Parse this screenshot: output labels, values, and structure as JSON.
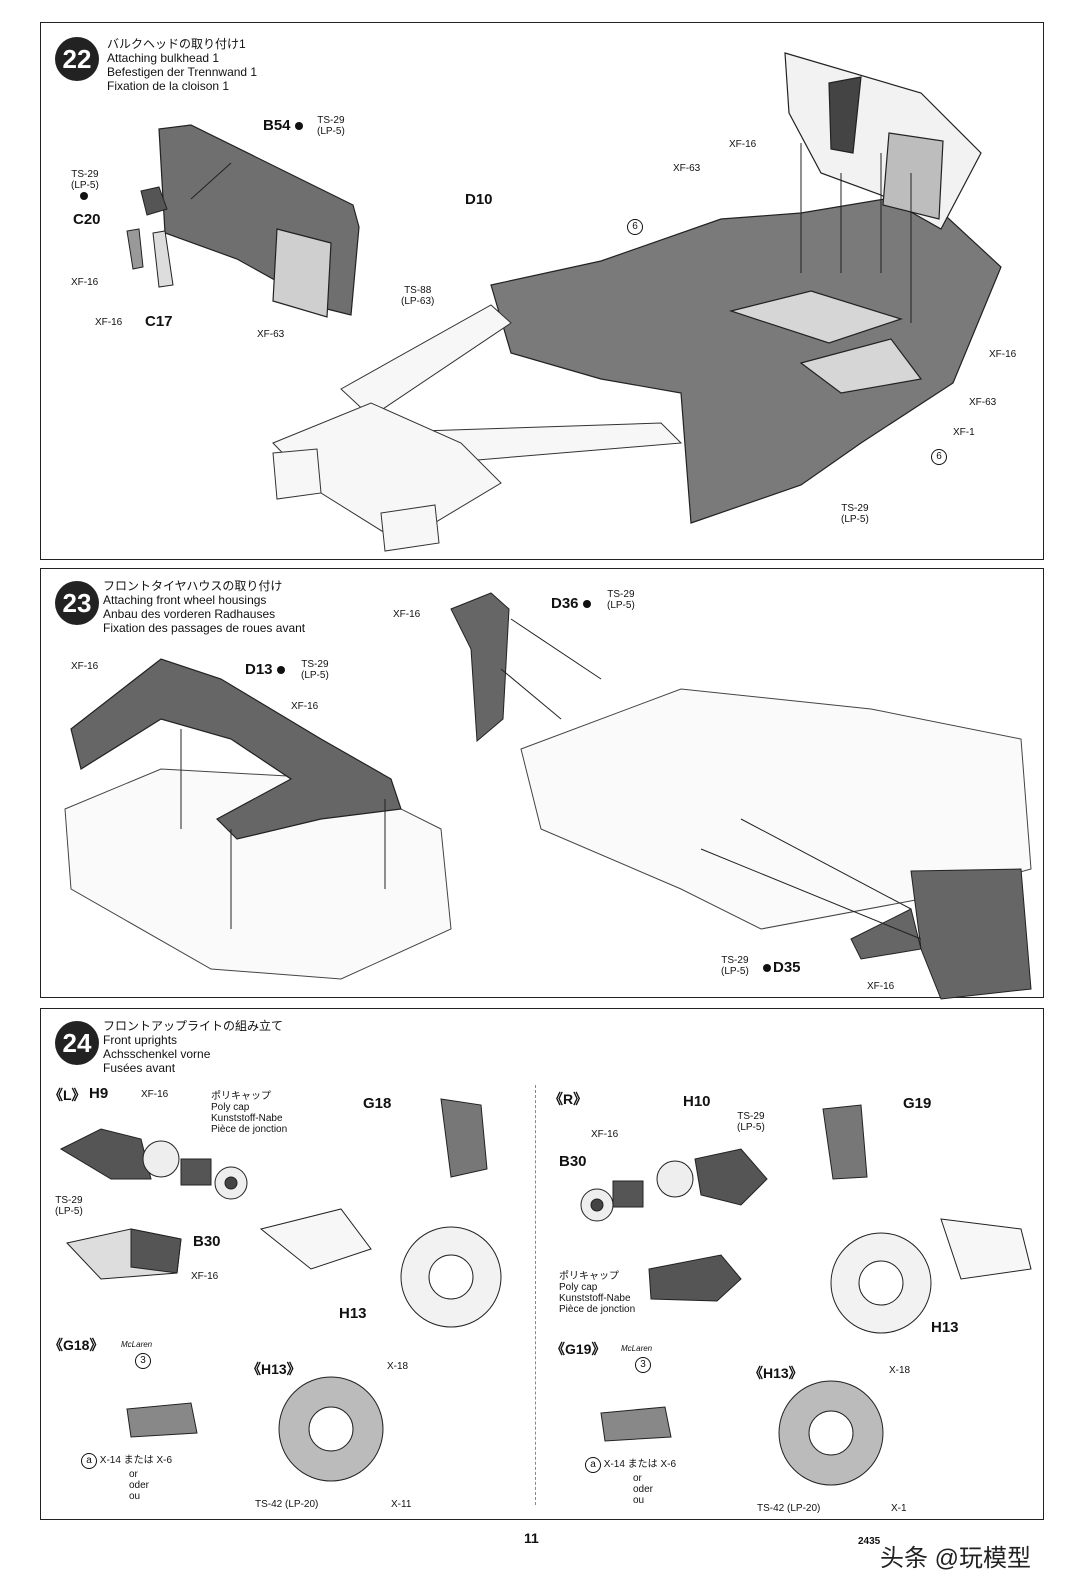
{
  "page_number": "11",
  "watermark": "头条 @玩模型",
  "footer_code": "2435",
  "steps": [
    {
      "number": "22",
      "titles": [
        "バルクヘッドの取り付け1",
        "Attaching bulkhead 1",
        "Befestigen der Trennwand 1",
        "Fixation de la cloison 1"
      ],
      "parts": {
        "b54": "B54",
        "c20": "C20",
        "c17": "C17",
        "d10": "D10"
      },
      "labels": {
        "ts29a": "TS-29",
        "lp5a": "(LP-5)",
        "ts29b": "TS-29",
        "lp5b": "(LP-5)",
        "xf16a": "XF-16",
        "xf16b": "XF-16",
        "xf63a": "XF-63",
        "ts88": "TS-88",
        "lp63": "(LP-63)",
        "xf16c": "XF-16",
        "xf63b": "XF-63",
        "xf16d": "XF-16",
        "xf63c": "XF-63",
        "xf1": "XF-1",
        "ts29c": "TS-29",
        "lp5c": "(LP-5)",
        "six_a": "6",
        "six_b": "6"
      }
    },
    {
      "number": "23",
      "titles": [
        "フロントタイヤハウスの取り付け",
        "Attaching front wheel housings",
        "Anbau des vorderen Radhauses",
        "Fixation des passages de roues avant"
      ],
      "parts": {
        "d13": "D13",
        "d36": "D36",
        "d35": "D35"
      },
      "labels": {
        "xf16a": "XF-16",
        "xf16b": "XF-16",
        "xf16c": "XF-16",
        "xf16d": "XF-16",
        "ts29a": "TS-29",
        "lp5a": "(LP-5)",
        "ts29b": "TS-29",
        "lp5b": "(LP-5)",
        "ts29c": "TS-29",
        "lp5c": "(LP-5)"
      }
    },
    {
      "number": "24",
      "titles": [
        "フロントアップライトの組み立て",
        "Front uprights",
        "Achsschenkel vorne",
        "Fusées avant"
      ],
      "left": {
        "side": "《L》",
        "h9": "H9",
        "g18": "G18",
        "b30": "B30",
        "h13": "H13",
        "xf16a": "XF-16",
        "ts29": "TS-29",
        "lp5": "(LP-5)",
        "xf16b": "XF-16",
        "polycap": [
          "ポリキャップ",
          "Poly cap",
          "Kunststoff-Nabe",
          "Pièce de jonction"
        ],
        "g18_detail": "《G18》",
        "h13_detail": "《H13》",
        "three": "3",
        "mclaren": "McLaren",
        "a_mark": "a",
        "x14": "X-14 または X-6",
        "or": "or",
        "oder": "oder",
        "ou": "ou",
        "x18": "X-18",
        "ts42": "TS-42 (LP-20)",
        "x11": "X-11"
      },
      "right": {
        "side": "《R》",
        "h10": "H10",
        "g19": "G19",
        "b30": "B30",
        "h13": "H13",
        "xf16": "XF-16",
        "ts29": "TS-29",
        "lp5": "(LP-5)",
        "polycap": [
          "ポリキャップ",
          "Poly cap",
          "Kunststoff-Nabe",
          "Pièce de jonction"
        ],
        "g19_detail": "《G19》",
        "h13_detail": "《H13》",
        "three": "3",
        "mclaren": "McLaren",
        "a_mark": "a",
        "x14": "X-14 または X-6",
        "or": "or",
        "oder": "oder",
        "ou": "ou",
        "x18": "X-18",
        "ts42": "TS-42 (LP-20)",
        "x11": "X-1"
      }
    }
  ]
}
